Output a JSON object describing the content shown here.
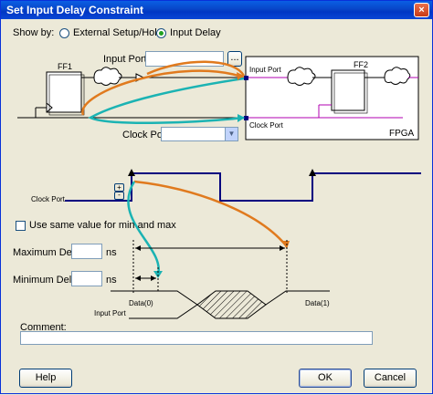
{
  "window": {
    "title": "Set Input Delay Constraint",
    "close_glyph": "×"
  },
  "show_by": {
    "label": "Show by:",
    "options": [
      {
        "label": "External Setup/Hold",
        "selected": false
      },
      {
        "label": "Input Delay",
        "selected": true
      }
    ]
  },
  "input_port": {
    "label": "Input Port:",
    "value": "",
    "browse_label": "..."
  },
  "clock_port": {
    "label": "Clock Port:",
    "value": ""
  },
  "diagram": {
    "ff1_label": "FF1",
    "ff2_label": "FF2",
    "fpga_label": "FPGA",
    "input_port_label": "Input Port",
    "clock_port_label": "Clock Port"
  },
  "waveform": {
    "clock_port_label": "Clock Port",
    "input_port_label": "Input Port",
    "data0_label": "Data(0)",
    "data1_label": "Data(1)"
  },
  "spin_up_glyph": "+",
  "spin_down_glyph": "-",
  "same_value": {
    "label": "Use same value for min and max",
    "checked": false
  },
  "max_delay": {
    "label": "Maximum Delay:",
    "value": "",
    "unit": "ns"
  },
  "min_delay": {
    "label": "Minimum Delay:",
    "value": "",
    "unit": "ns"
  },
  "comment": {
    "label": "Comment:",
    "value": ""
  },
  "buttons": {
    "help": "Help",
    "ok": "OK",
    "cancel": "Cancel"
  },
  "colors": {
    "orange": "#e07a1e",
    "teal": "#1bb3b3",
    "navy": "#00007f",
    "magenta": "#b000b0"
  }
}
